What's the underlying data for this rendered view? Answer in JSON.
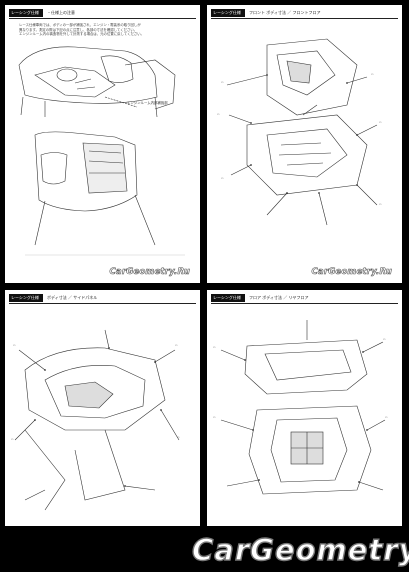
{
  "pages": [
    {
      "tab": "レーシング仕様",
      "title": "・仕様上の注意",
      "note_lines": [
        "レース仕様車両では、ボディの一部が補強され、エンジン・電装系の取り回しが",
        "異なります。測定の際は下記の点に注意し、各部の寸法を確認してください。",
        "エンジンルーム内の構造物を外して計測する場合は、元の位置に戻してください。"
      ],
      "caption": "エンジンルーム内部補強部",
      "watermark": "CarGeometry.Ru"
    },
    {
      "tab": "レーシング仕様",
      "title": "フロント ボディ寸法 ／ フロントフロア",
      "watermark": "CarGeometry.Ru"
    },
    {
      "tab": "レーシング仕様",
      "title": "ボディ寸法 ／ サイドパネル",
      "watermark": ""
    },
    {
      "tab": "レーシング仕様",
      "title": "フロア ボディ寸法 ／ リヤフロア",
      "watermark": ""
    }
  ],
  "brand": "CarGeometry.Ru",
  "colors": {
    "background": "#000000",
    "page": "#ffffff",
    "ink": "#222222",
    "watermark_stroke": "#555555"
  }
}
